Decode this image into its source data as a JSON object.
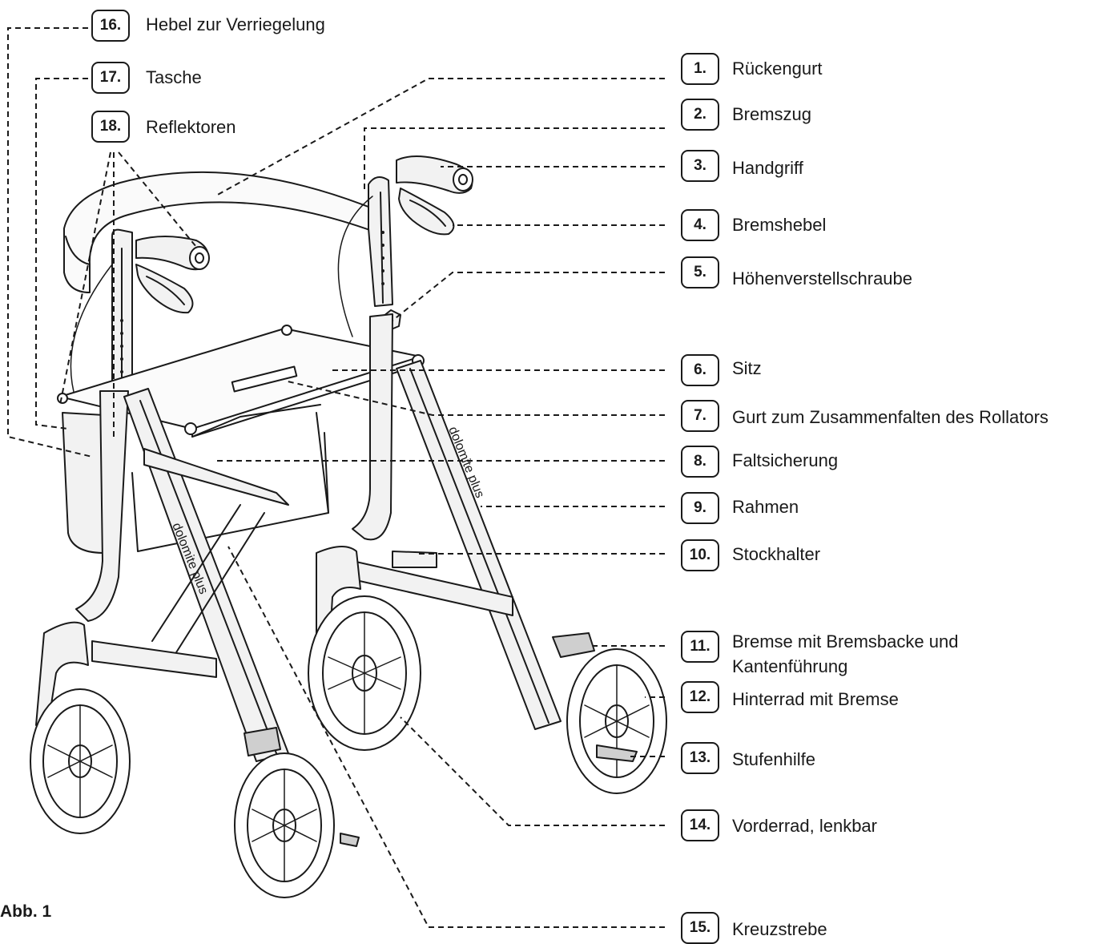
{
  "figure_caption": "Abb. 1",
  "callouts": [
    {
      "number": "1.",
      "label": "Rückengurt"
    },
    {
      "number": "2.",
      "label": "Bremszug"
    },
    {
      "number": "3.",
      "label": "Handgriff"
    },
    {
      "number": "4.",
      "label": "Bremshebel"
    },
    {
      "number": "5.",
      "label": "Höhenverstellschraube"
    },
    {
      "number": "6.",
      "label": "Sitz"
    },
    {
      "number": "7.",
      "label": "Gurt zum Zusammenfalten des Rollators"
    },
    {
      "number": "8.",
      "label": "Faltsicherung"
    },
    {
      "number": "9.",
      "label": "Rahmen"
    },
    {
      "number": "10.",
      "label": "Stockhalter"
    },
    {
      "number": "11.",
      "label": "Bremse mit Bremsbacke und Kantenführung"
    },
    {
      "number": "12.",
      "label": "Hinterrad mit Bremse"
    },
    {
      "number": "13.",
      "label": "Stufenhilfe"
    },
    {
      "number": "14.",
      "label": "Vorderrad, lenkbar"
    },
    {
      "number": "15.",
      "label": "Kreuzstrebe"
    },
    {
      "number": "16.",
      "label": "Hebel zur Verriegelung"
    },
    {
      "number": "17.",
      "label": "Tasche"
    },
    {
      "number": "18.",
      "label": "Reflektoren"
    }
  ],
  "brand_marking": "dolomite plus",
  "colors": {
    "line": "#1a1a1a",
    "frame_fill": "#f2f2f2",
    "tire_fill": "#ffffff"
  }
}
